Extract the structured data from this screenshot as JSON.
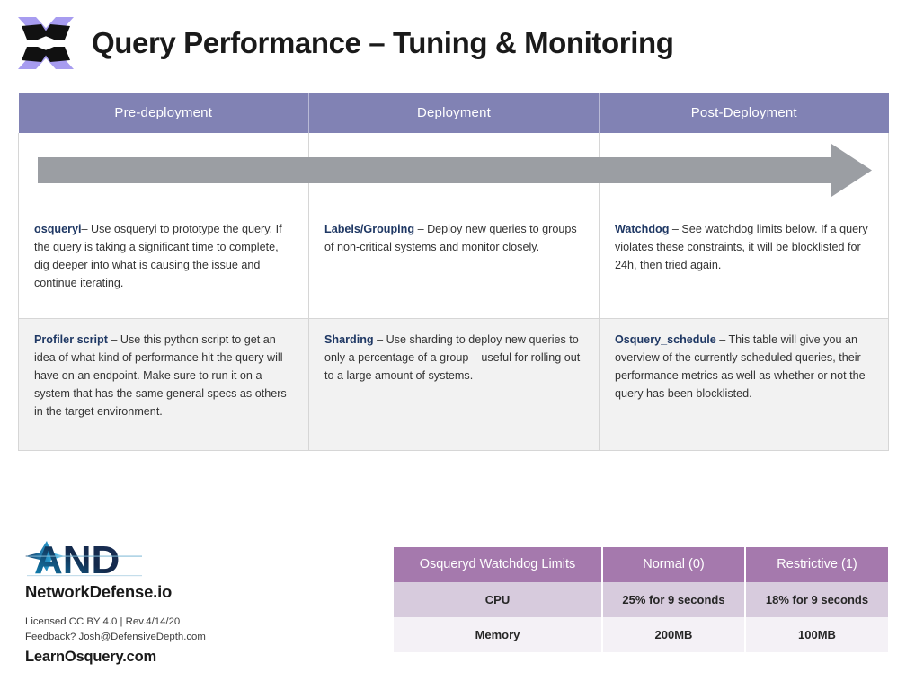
{
  "header": {
    "title": "Query Performance – Tuning & Monitoring",
    "logo_name": "osquery-pinwheel-logo",
    "logo_colors": {
      "purple": "#a79cf0",
      "black": "#111111"
    }
  },
  "matrix": {
    "columns": [
      "Pre-deployment",
      "Deployment",
      "Post-Deployment"
    ],
    "header_color": "#8182b4",
    "arrow": {
      "name": "progress-arrow",
      "color": "#9b9ea3",
      "direction": "right"
    },
    "rows": [
      {
        "shaded": false,
        "cells": [
          {
            "term": "osqueryi",
            "body": "– Use osqueryi to prototype the query. If the query is taking a significant time to complete, dig deeper into what is causing the issue and continue iterating."
          },
          {
            "term": "Labels/Grouping",
            "body": "– Deploy new queries to groups of non-critical systems and monitor closely."
          },
          {
            "term": "Watchdog",
            "body": "– See watchdog limits below. If a query violates these constraints, it will be blocklisted for 24h, then tried again."
          }
        ]
      },
      {
        "shaded": true,
        "cells": [
          {
            "term": "Profiler script",
            "body": "– Use this python script to get an idea of what kind of performance hit the query will have on an endpoint. Make sure to run it on a system that has the same general specs as others in the target environment."
          },
          {
            "term": "Sharding",
            "body": "– Use sharding to deploy new queries to only a percentage of a group – useful for rolling out to a large amount of systems."
          },
          {
            "term": "Osquery_schedule",
            "body": "– This table will give you an overview of the currently scheduled queries, their performance metrics as well as whether or not the query has been blocklisted."
          }
        ]
      }
    ]
  },
  "branding": {
    "logo_name": "and-networkdefense-logo",
    "logo_text": "AND",
    "site_name": "NetworkDefense.io",
    "license_line": "Licensed CC BY 4.0 | Rev.4/14/20",
    "feedback_line": "Feedback? Josh@DefensiveDepth.com",
    "learn_site": "LearnOsquery.com"
  },
  "watchdog_table": {
    "header_color": "#a579ad",
    "columns": [
      "Osqueryd Watchdog Limits",
      "Normal (0)",
      "Restrictive (1)"
    ],
    "rows": [
      {
        "shaded": true,
        "cells": [
          "CPU",
          "25% for 9 seconds",
          "18% for 9 seconds"
        ]
      },
      {
        "shaded": false,
        "cells": [
          "Memory",
          "200MB",
          "100MB"
        ]
      }
    ]
  }
}
